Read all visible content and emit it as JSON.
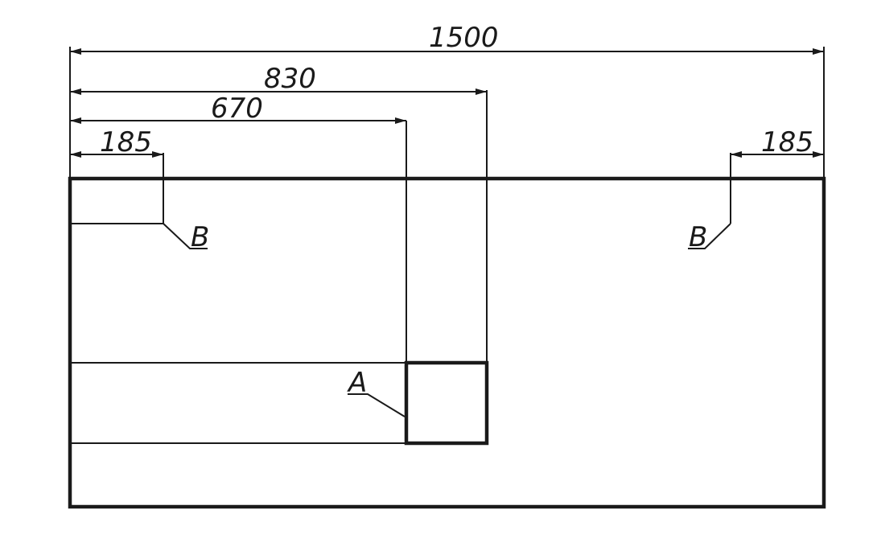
{
  "dimensions": {
    "overall_width": "1500",
    "to_right_of_a": "830",
    "to_left_of_a": "670",
    "left_b_offset": "185",
    "right_b_offset": "185"
  },
  "labels": {
    "section_a": "A",
    "section_b_left": "B",
    "section_b_right": "B"
  },
  "colors": {
    "line": "#1a1a1a",
    "background": "#ffffff"
  }
}
